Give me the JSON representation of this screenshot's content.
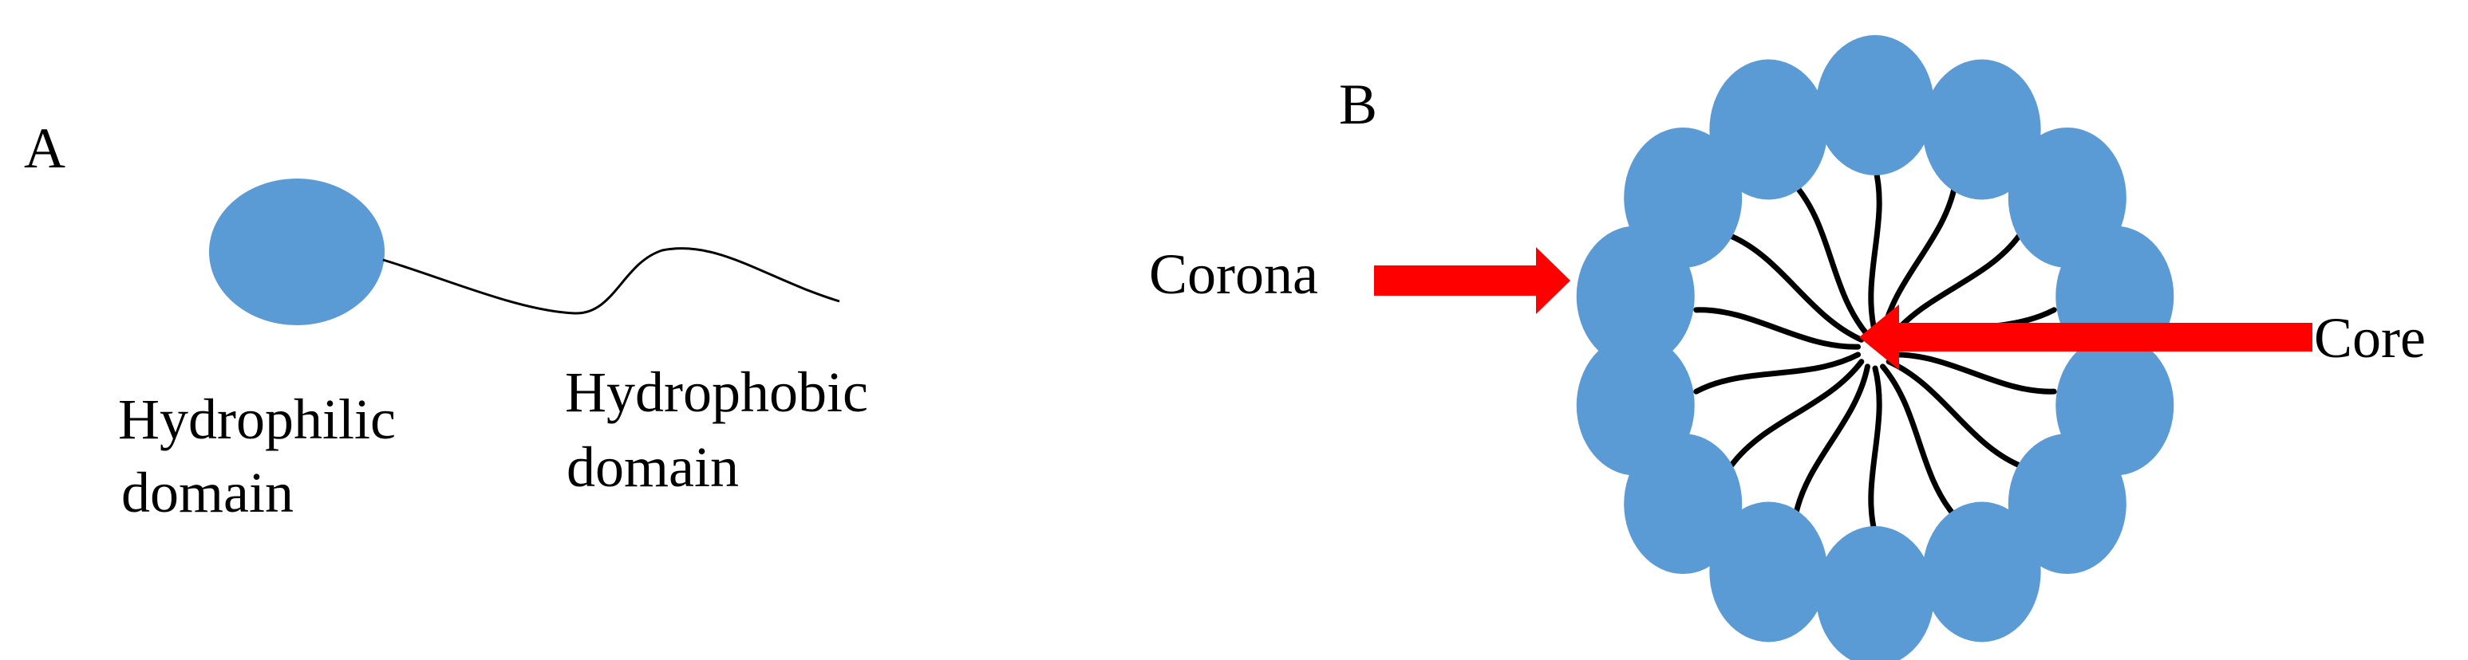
{
  "panel_a": {
    "label": "A",
    "hydrophilic_line1": "Hydrophilic",
    "hydrophilic_line2": "domain",
    "hydrophobic_line1": "Hydrophobic",
    "hydrophobic_line2": "domain"
  },
  "panel_b": {
    "label": "B",
    "corona_label": "Corona",
    "core_label": "Core",
    "head_count": 14
  },
  "colors": {
    "head": "#5b9bd5",
    "arrow": "#ff0000",
    "tail": "#000000"
  }
}
